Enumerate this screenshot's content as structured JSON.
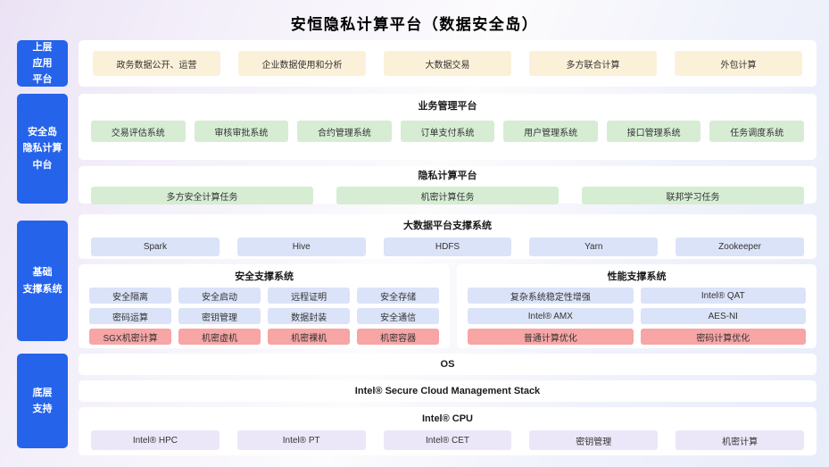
{
  "title": "安恒隐私计算平台（数据安全岛）",
  "colors": {
    "sidebar_blue": "#2563EB",
    "tan": "#FBF1D8",
    "green": "#D6EDD4",
    "lightblue": "#DBE3F8",
    "pink": "#F7A5A5",
    "purple": "#EBE7F8",
    "panel_white": "#FFFFFF"
  },
  "sidebars": [
    {
      "lines": [
        "上层",
        "应用",
        "平台"
      ]
    },
    {
      "lines": [
        "安全岛",
        "隐私计算",
        "中台"
      ]
    },
    {
      "lines": [
        "基础",
        "支撑系统"
      ]
    },
    {
      "lines": [
        "底层",
        "支持"
      ]
    }
  ],
  "app_layer": {
    "items": [
      "政务数据公开、运营",
      "企业数据使用和分析",
      "大数据交易",
      "多方联合计算",
      "外包计算"
    ]
  },
  "business_platform": {
    "title": "业务管理平台",
    "items": [
      "交易评估系统",
      "审核审批系统",
      "合约管理系统",
      "订单支付系统",
      "用户管理系统",
      "接口管理系统",
      "任务调度系统"
    ]
  },
  "privacy_platform": {
    "title": "隐私计算平台",
    "items": [
      "多方安全计算任务",
      "机密计算任务",
      "联邦学习任务"
    ]
  },
  "bigdata_platform": {
    "title": "大数据平台支撑系统",
    "items": [
      "Spark",
      "Hive",
      "HDFS",
      "Yarn",
      "Zookeeper"
    ]
  },
  "security_support": {
    "title": "安全支撑系统",
    "rows": [
      [
        "安全隔离",
        "安全启动",
        "远程证明",
        "安全存储"
      ],
      [
        "密码运算",
        "密钥管理",
        "数据封装",
        "安全通信"
      ],
      [
        "SGX机密计算",
        "机密虚机",
        "机密裸机",
        "机密容器"
      ]
    ]
  },
  "performance_support": {
    "title": "性能支撑系统",
    "rows": [
      [
        "复杂系统稳定性增强",
        "Intel® QAT"
      ],
      [
        "Intel® AMX",
        "AES-NI"
      ],
      [
        "普通计算优化",
        "密码计算优化"
      ]
    ]
  },
  "os_layer": {
    "title": "OS"
  },
  "scms_layer": {
    "title": "Intel® Secure Cloud Management Stack"
  },
  "cpu_layer": {
    "title": "Intel® CPU",
    "items": [
      "Intel® HPC",
      "Intel® PT",
      "Intel® CET",
      "密钥管理",
      "机密计算"
    ]
  }
}
